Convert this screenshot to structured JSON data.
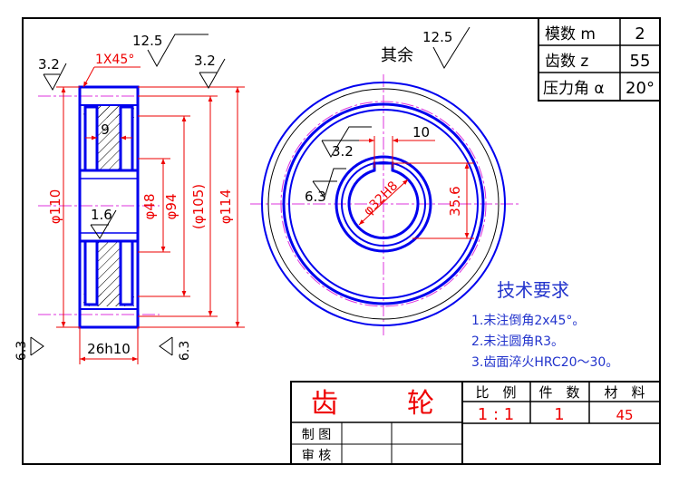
{
  "spec_table": {
    "rows": [
      {
        "label": "模数 m",
        "value": "2"
      },
      {
        "label": "齿数 z",
        "value": "55"
      },
      {
        "label": "压力角 α",
        "value": "20°"
      }
    ]
  },
  "side_view": {
    "chamfer": "1X45°",
    "rough_top": "12.5",
    "rough_left": "3.2",
    "rough_right": "3.2",
    "rough_mid": "1.6",
    "rough_bl": "6.3",
    "rough_br": "6.3",
    "dim_9": "9",
    "dim_110": "φ110",
    "dim_48": "φ48",
    "dim_94": "φ94",
    "dim_105": "(φ105)",
    "dim_114": "φ114",
    "dim_width": "26h10"
  },
  "front_view": {
    "rest_label": "其余",
    "rest_rough": "12.5",
    "rough_32": "3.2",
    "rough_63": "6.3",
    "dim_10": "10",
    "dim_356": "35.6",
    "bore": "φ32H8"
  },
  "tech": {
    "title": "技术要求",
    "items": [
      "1.未注倒角2x45°。",
      "2.未注圆角R3。",
      "3.齿面淬火HRC20～30。"
    ]
  },
  "title_block": {
    "part_name_1": "齿",
    "part_name_2": "轮",
    "col_scale": "比　例",
    "col_qty": "件　数",
    "col_mat": "材　料",
    "scale": "1 : 1",
    "qty": "1",
    "material": "45",
    "drawn": "制 图",
    "checked": "审 核"
  },
  "colors": {
    "line": "#000000",
    "part": "#0000ee",
    "dim": "#ee0000",
    "center": "#dd33dd",
    "hatch": "#000000",
    "text_blue": "#2233cc"
  }
}
